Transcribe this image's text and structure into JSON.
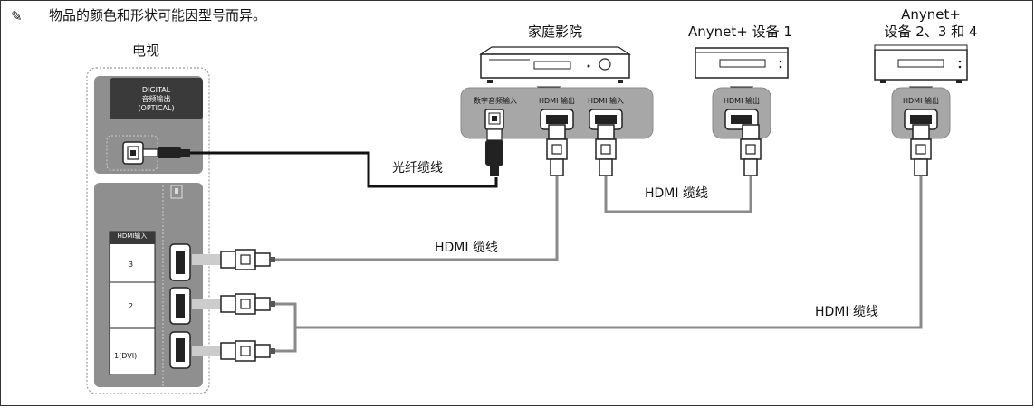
{
  "note": {
    "icon": "pencil-icon",
    "text": "物品的颜色和形状可能因型号而异。"
  },
  "tv": {
    "title": "电视",
    "optical_port_label_lines": [
      "DIGITAL",
      "音频输出",
      "(OPTICAL)"
    ],
    "hdmi_panel_title": "HDMI输入",
    "hdmi_ports": [
      "3",
      "2",
      "1(DVI)"
    ]
  },
  "devices": {
    "home_theater": {
      "title": "家庭影院",
      "ports": [
        "数字音频输入",
        "HDMI 输出",
        "HDMI 输入"
      ]
    },
    "anynet1": {
      "title": "Anynet+ 设备 1",
      "port": "HDMI 输出"
    },
    "anynet234": {
      "title_lines": [
        "Anynet+",
        "设备 2、3 和 4"
      ],
      "port": "HDMI 输出"
    }
  },
  "cables": {
    "optical": "光纤缆线",
    "hdmi_a": "HDMI 缆线",
    "hdmi_b": "HDMI 缆线",
    "hdmi_c": "HDMI 缆线"
  },
  "colors": {
    "panel": "#8f8f8f",
    "panel_dark": "#7a7a7a",
    "line": "#222222",
    "cable": "#9a9a9a"
  }
}
